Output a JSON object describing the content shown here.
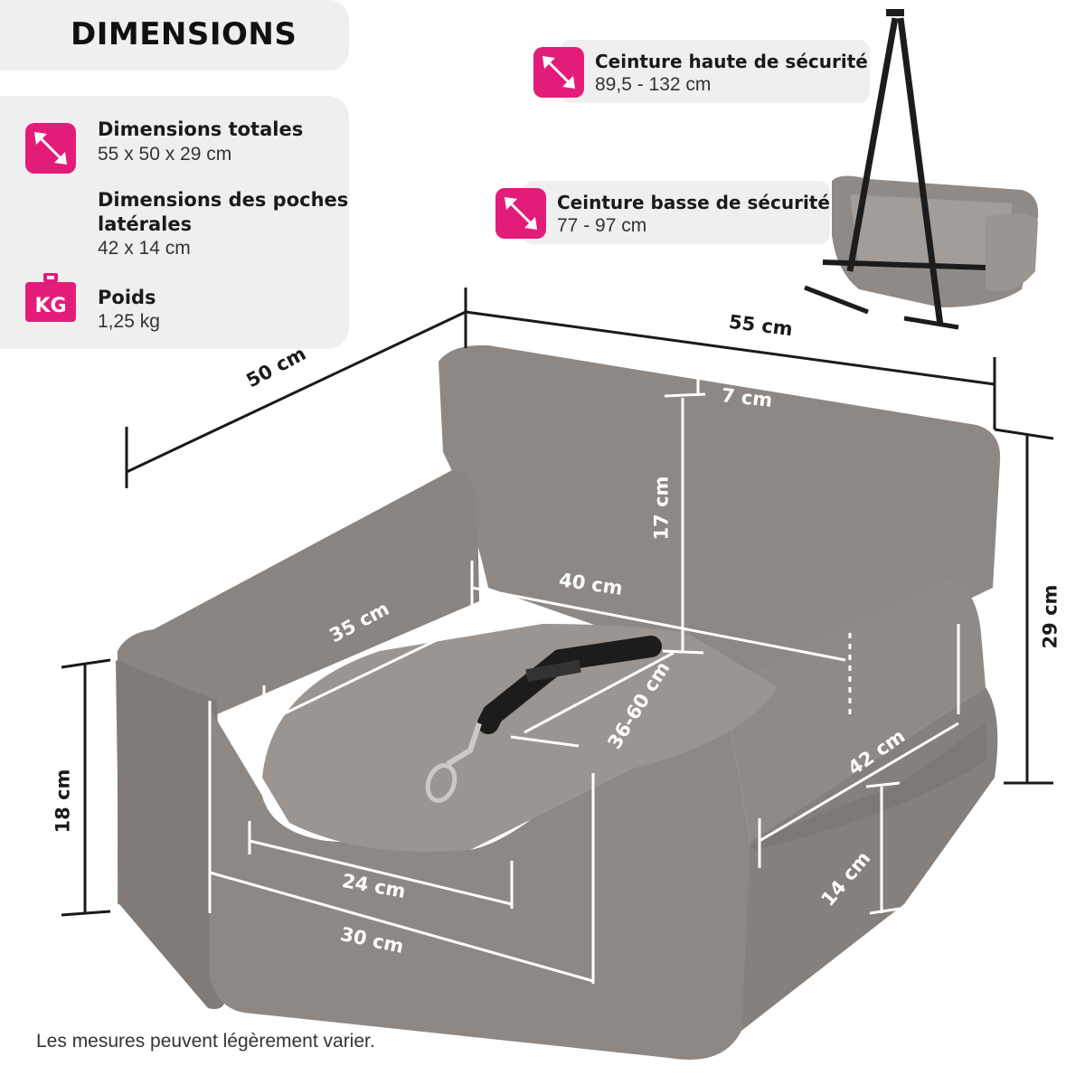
{
  "title": "DIMENSIONS",
  "specs": {
    "total_label": "Dimensions totales",
    "total_value": "55 x 50 x 29 cm",
    "pockets_label_line1": "Dimensions des poches",
    "pockets_label_line2": "latérales",
    "pockets_value": "42 x 14 cm",
    "weight_icon_text": "KG",
    "weight_label": "Poids",
    "weight_value": "1,25 kg"
  },
  "belts": {
    "high_label": "Ceinture haute de sécurité",
    "high_value": "89,5 - 132 cm",
    "low_label": "Ceinture basse de sécurité",
    "low_value": "77 - 97 cm"
  },
  "dimensions": {
    "depth": "50 cm",
    "width": "55 cm",
    "height": "29 cm",
    "front_height": "18 cm",
    "backrest_thickness": "7 cm",
    "backrest_height": "17 cm",
    "inner_width": "40 cm",
    "inner_depth": "35 cm",
    "strap_length": "36-60 cm",
    "pocket_width": "42 cm",
    "pocket_height": "14 cm",
    "front_opening": "24 cm",
    "front_width": "30 cm"
  },
  "footer": "Les mesures peuvent légèrement varier.",
  "colors": {
    "accent": "#e31c79",
    "panel": "#efefef",
    "fabric": "#8c8783",
    "strap": "#1c1c1c"
  }
}
